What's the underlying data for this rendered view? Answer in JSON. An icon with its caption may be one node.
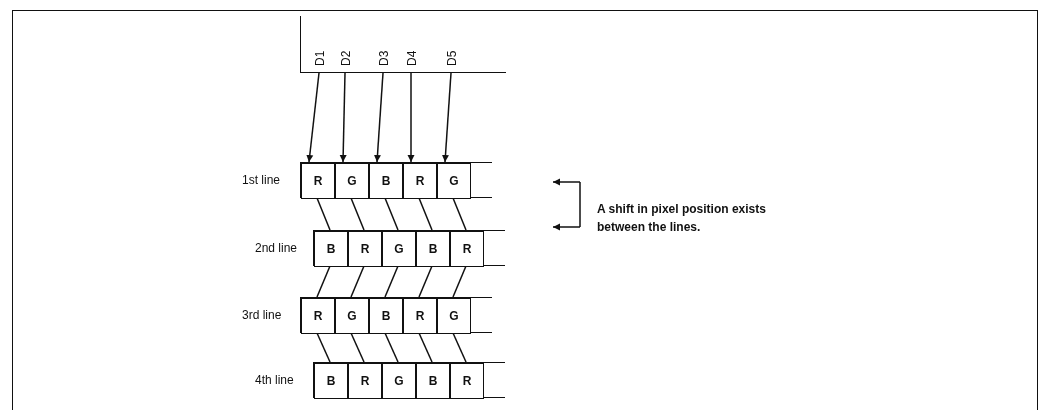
{
  "diagram": {
    "nodes": [
      {
        "text": [],
        "shape": "box"
      },
      {
        "text": [
          "D1"
        ],
        "in": 0
      },
      {
        "text": [
          "D2"
        ],
        "in": 0
      },
      {
        "text": [
          "D3"
        ],
        "in": 0
      },
      {
        "text": [
          "D4"
        ],
        "in": 0
      },
      {
        "text": [
          "D5"
        ],
        "in": 0
      },
      {
        "text": [],
        "shape": "bar",
        "beside": [
          "1st line"
        ]
      },
      {
        "text": [
          "R"
        ],
        "in": 6
      },
      {
        "text": [
          "G"
        ],
        "in": 6
      },
      {
        "text": [
          "B"
        ],
        "in": 6
      },
      {
        "text": [
          "R"
        ],
        "in": 6
      },
      {
        "text": [
          "G"
        ],
        "in": 6
      },
      {
        "text": [],
        "shape": "bar",
        "beside": [
          "2nd line"
        ]
      },
      {
        "text": [
          "B"
        ],
        "in": 12
      },
      {
        "text": [
          "R"
        ],
        "in": 12
      },
      {
        "text": [
          "G"
        ],
        "in": 12
      },
      {
        "text": [
          "B"
        ],
        "in": 12
      },
      {
        "text": [
          "R"
        ],
        "in": 12
      },
      {
        "text": [],
        "shape": "bar",
        "beside": [
          "3rd line"
        ]
      },
      {
        "text": [
          "R"
        ],
        "in": 18
      },
      {
        "text": [
          "G"
        ],
        "in": 18
      },
      {
        "text": [
          "B"
        ],
        "in": 18
      },
      {
        "text": [
          "R"
        ],
        "in": 18
      },
      {
        "text": [
          "G"
        ],
        "in": 18
      },
      {
        "text": [],
        "shape": "bar",
        "beside": [
          "4th line"
        ]
      },
      {
        "text": [
          "B"
        ],
        "in": 24
      },
      {
        "text": [
          "R"
        ],
        "in": 24
      },
      {
        "text": [
          "G"
        ],
        "in": 24
      },
      {
        "text": [
          "B"
        ],
        "in": 24
      },
      {
        "text": [
          "R"
        ],
        "in": 24
      }
    ],
    "edges": [
      {
        "from": 1,
        "to": 7,
        "arrow": "to"
      },
      {
        "from": 2,
        "to": 8,
        "arrow": "to"
      },
      {
        "from": 3,
        "to": 9,
        "arrow": "to"
      },
      {
        "from": 4,
        "to": 10,
        "arrow": "to"
      },
      {
        "from": 5,
        "to": 11,
        "arrow": "to"
      },
      {
        "from": 7,
        "to": 13,
        "arrow": "none"
      },
      {
        "from": 8,
        "to": 14,
        "arrow": "none"
      },
      {
        "from": 9,
        "to": 15,
        "arrow": "none"
      },
      {
        "from": 10,
        "to": 16,
        "arrow": "none"
      },
      {
        "from": 11,
        "to": 17,
        "arrow": "none"
      },
      {
        "from": 13,
        "to": 19,
        "arrow": "none"
      },
      {
        "from": 14,
        "to": 20,
        "arrow": "none"
      },
      {
        "from": 15,
        "to": 21,
        "arrow": "none"
      },
      {
        "from": 16,
        "to": 22,
        "arrow": "none"
      },
      {
        "from": 17,
        "to": 23,
        "arrow": "none"
      },
      {
        "from": 19,
        "to": 25,
        "arrow": "none"
      },
      {
        "from": 20,
        "to": 26,
        "arrow": "none"
      },
      {
        "from": 21,
        "to": 27,
        "arrow": "none"
      },
      {
        "from": 22,
        "to": 28,
        "arrow": "none"
      },
      {
        "from": 23,
        "to": 29,
        "arrow": "none"
      }
    ],
    "labels": [
      "A shift in pixel position exists between the lines."
    ]
  }
}
